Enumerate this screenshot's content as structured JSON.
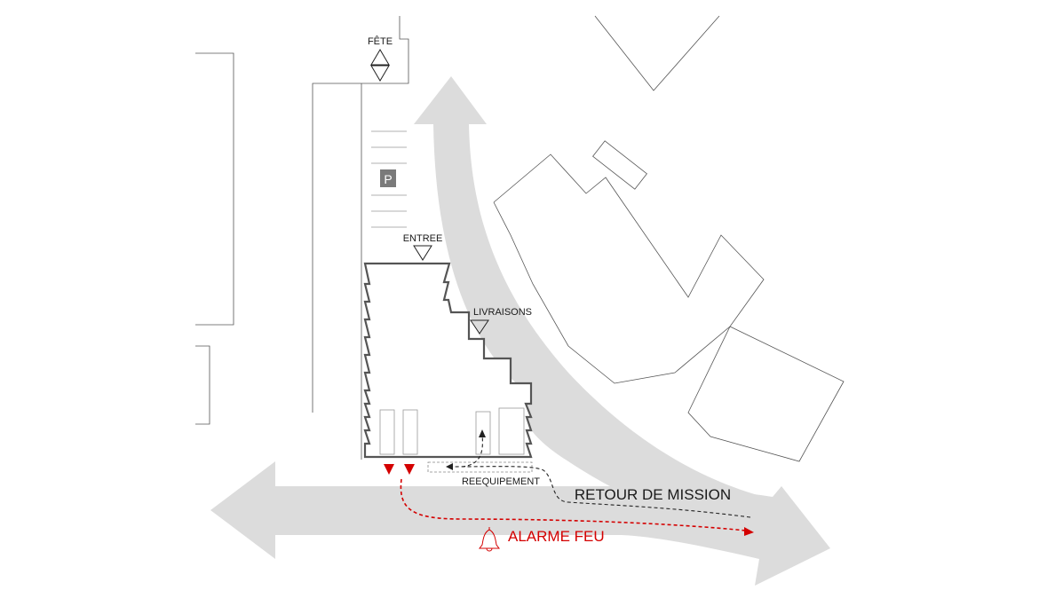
{
  "labels": {
    "fete": "FÊTE",
    "parking": "P",
    "entree": "ENTREE",
    "livraisons": "LIVRAISONS",
    "reequipement": "REEQUIPEMENT",
    "retour": "RETOUR DE MISSION",
    "alarme": "ALARME FEU"
  },
  "colors": {
    "road": "#dcdcdc",
    "building_outline": "#555555",
    "alarm": "#d40000",
    "parking_box": "#7a7a7a"
  }
}
